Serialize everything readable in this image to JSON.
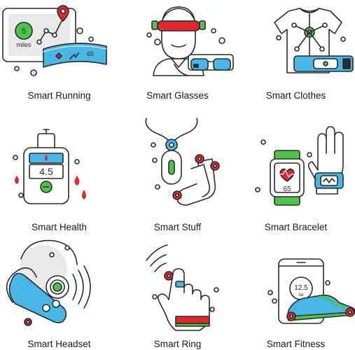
{
  "colors": {
    "outline": "#2b2b2b",
    "accent_blue": "#48b7e6",
    "accent_green": "#4cc44a",
    "accent_red": "#e0282d",
    "light_gray": "#e9e9e9"
  },
  "icons": [
    {
      "id": "smart-running",
      "label": "Smart Running",
      "icon": "running-tracker-icon",
      "value": "5",
      "unit": "miles",
      "readout": "65"
    },
    {
      "id": "smart-glasses",
      "label": "Smart Glasses",
      "icon": "smart-glasses-icon"
    },
    {
      "id": "smart-clothes",
      "label": "Smart Clothes",
      "icon": "smart-shirt-icon"
    },
    {
      "id": "smart-health",
      "label": "Smart Health",
      "icon": "glucose-meter-icon",
      "value": "4.5"
    },
    {
      "id": "smart-stuff",
      "label": "Smart Stuff",
      "icon": "pendant-socks-icon"
    },
    {
      "id": "smart-bracelet",
      "label": "Smart Bracelet",
      "icon": "smart-watch-icon",
      "value": "65"
    },
    {
      "id": "smart-headset",
      "label": "Smart Headset",
      "icon": "bluetooth-headset-icon"
    },
    {
      "id": "smart-ring",
      "label": "Smart Ring",
      "icon": "smart-ring-hand-icon"
    },
    {
      "id": "smart-fitness",
      "label": "Smart Fitness",
      "icon": "fitness-phone-shoe-icon",
      "value": "12.5",
      "unit": "fat"
    }
  ]
}
